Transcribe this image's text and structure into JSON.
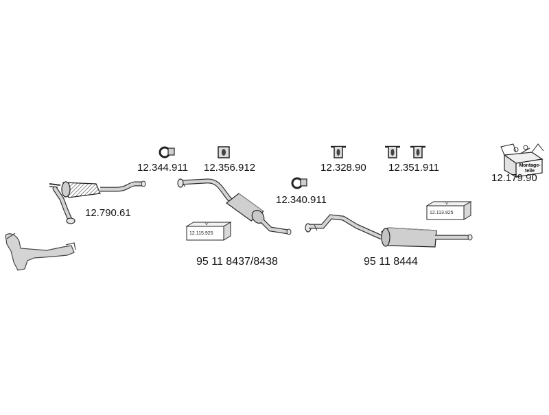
{
  "parts": {
    "front_pipe": "12.790.61",
    "clamp_1": "12.344.911",
    "hanger_1": "12.356.912",
    "clamp_2": "12.340.911",
    "hanger_2": "12.328.90",
    "hanger_3": "12.351.911",
    "kit": "12.179.90",
    "middle_silencer": "95 11 8437/8438",
    "rear_silencer": "95 11 8444"
  },
  "boxes": {
    "box_middle": "12.115.925",
    "box_rear": "12.113.925"
  },
  "kit_box": {
    "line1": "Montage-",
    "line2": "teile"
  },
  "colors": {
    "part_fill": "#d4d4d4",
    "part_stroke": "#333333",
    "label": "#111111"
  }
}
